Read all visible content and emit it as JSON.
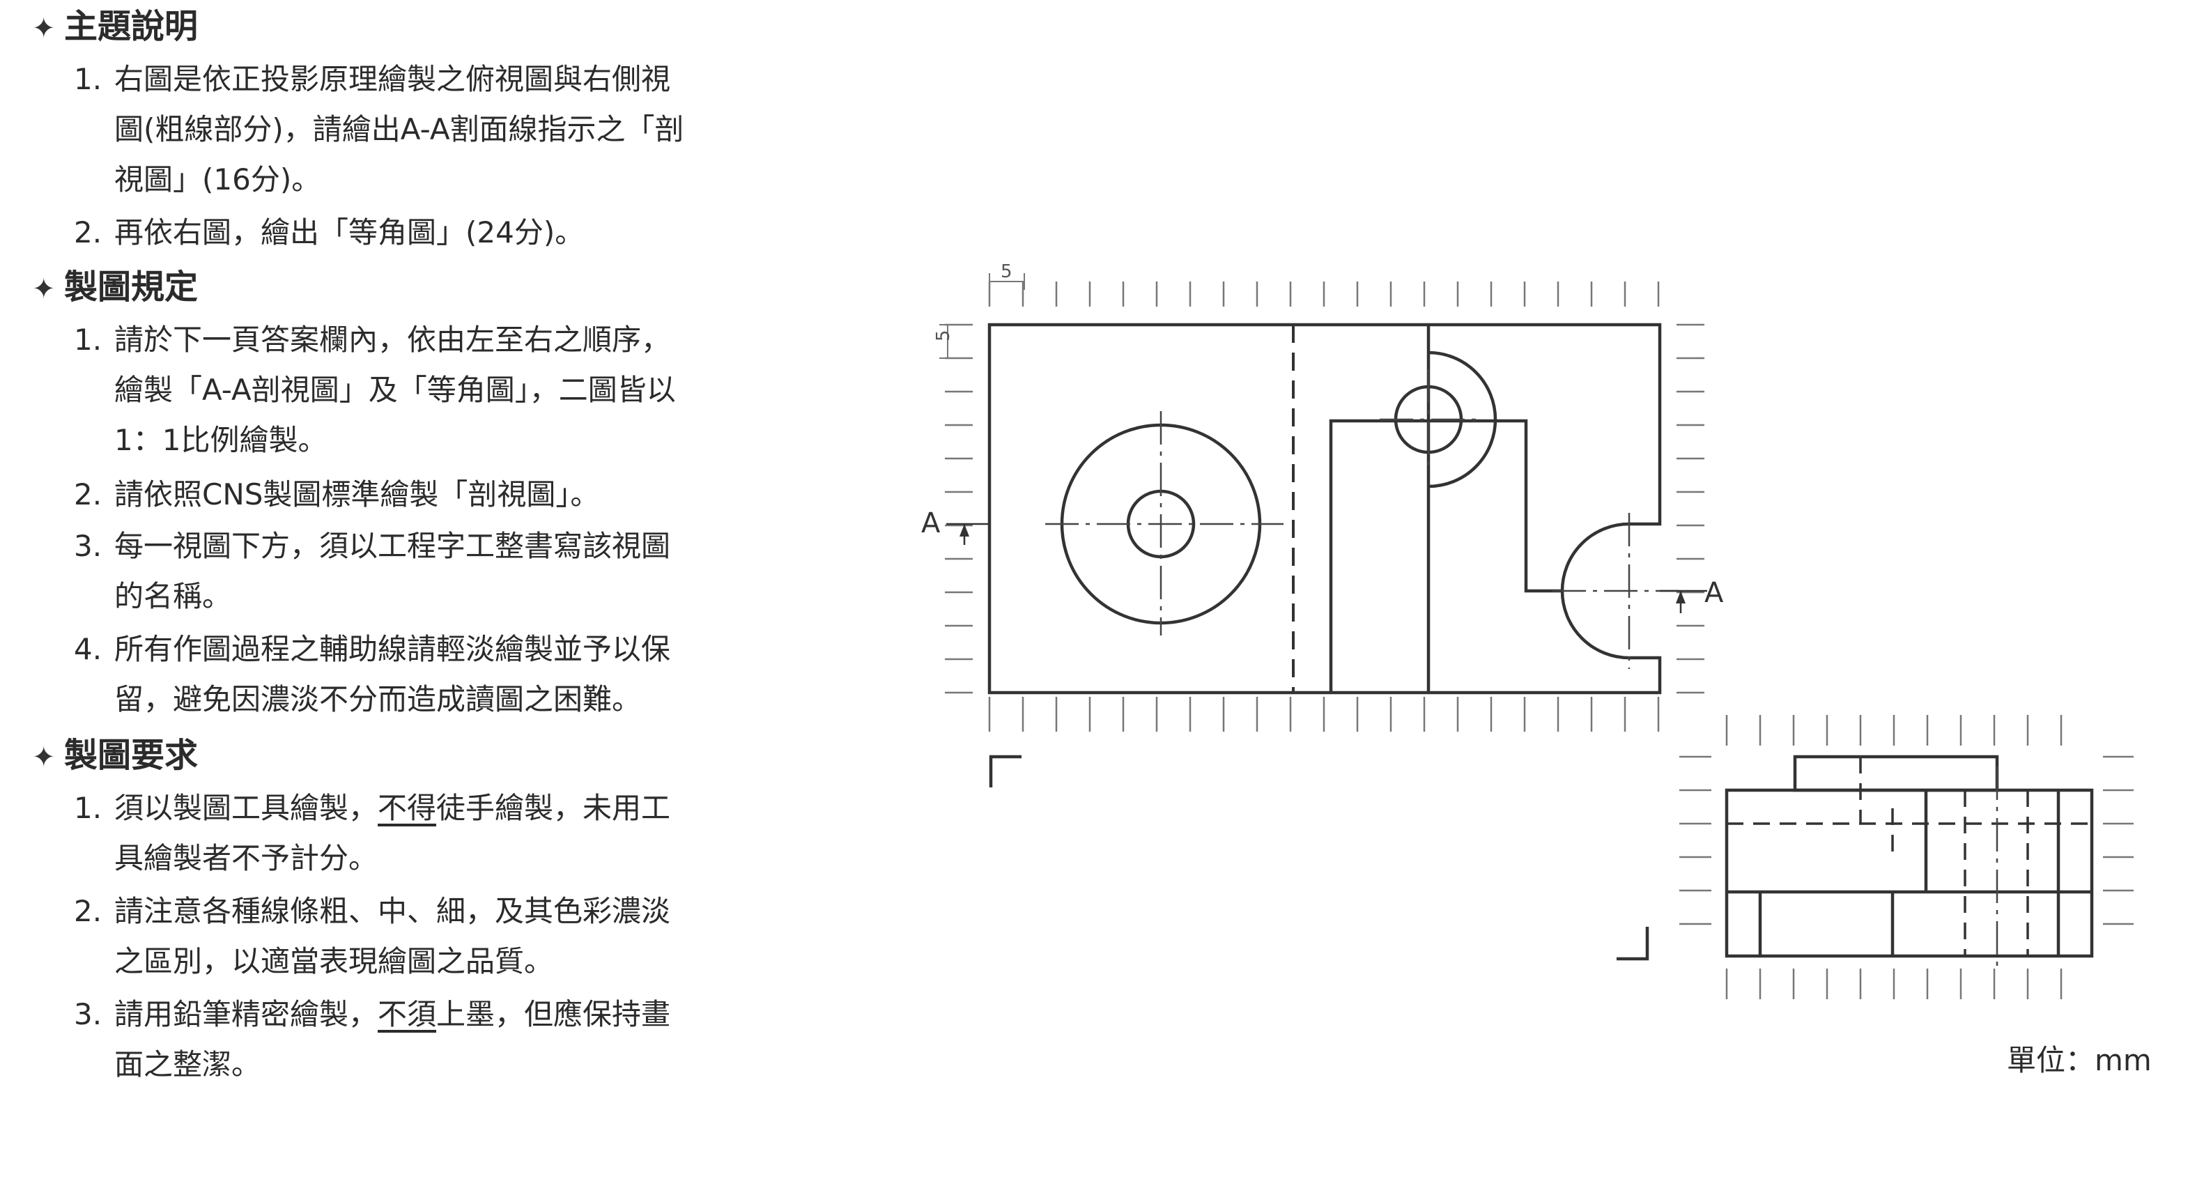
{
  "sections": [
    {
      "heading": "主題說明",
      "items": [
        {
          "num": "1.",
          "lines": [
            "右圖是依正投影原理繪製之俯視圖與右側視",
            "圖(粗線部分)，請繪出A-A割面線指示之「剖",
            "視圖」(16分)。"
          ]
        },
        {
          "num": "2.",
          "lines": [
            "再依右圖，繪出「等角圖」(24分)。"
          ]
        }
      ]
    },
    {
      "heading": "製圖規定",
      "items": [
        {
          "num": "1.",
          "lines": [
            "請於下一頁答案欄內，依由左至右之順序，",
            "繪製「A-A剖視圖」及「等角圖」，二圖皆以",
            "1：1比例繪製。"
          ]
        },
        {
          "num": "2.",
          "lines": [
            "請依照CNS製圖標準繪製「剖視圖」。"
          ]
        },
        {
          "num": "3.",
          "lines": [
            "每一視圖下方，須以工程字工整書寫該視圖",
            "的名稱。"
          ]
        },
        {
          "num": "4.",
          "lines": [
            "所有作圖過程之輔助線請輕淡繪製並予以保",
            "留，避免因濃淡不分而造成讀圖之困難。"
          ]
        }
      ]
    },
    {
      "heading": "製圖要求",
      "items": [
        {
          "num": "1.",
          "pre": "須以製圖工具繪製，",
          "underline": "不得",
          "post": "徒手繪製，未用工",
          "lines2": [
            "具繪製者不予計分。"
          ]
        },
        {
          "num": "2.",
          "lines": [
            "請注意各種線條粗、中、細，及其色彩濃淡",
            "之區別，以適當表現繪圖之品質。"
          ]
        },
        {
          "num": "3.",
          "pre": "請用鉛筆精密繪製，",
          "underline": "不須",
          "post": "上墨，但應保持畫",
          "lines2": [
            "面之整潔。"
          ]
        }
      ]
    }
  ],
  "drawing": {
    "dim_top": "5",
    "dim_left": "5",
    "cut_label_left": "A",
    "cut_label_right": "A",
    "unit": "單位：mm"
  },
  "icons": {
    "bullet": "star-bullet-icon"
  }
}
